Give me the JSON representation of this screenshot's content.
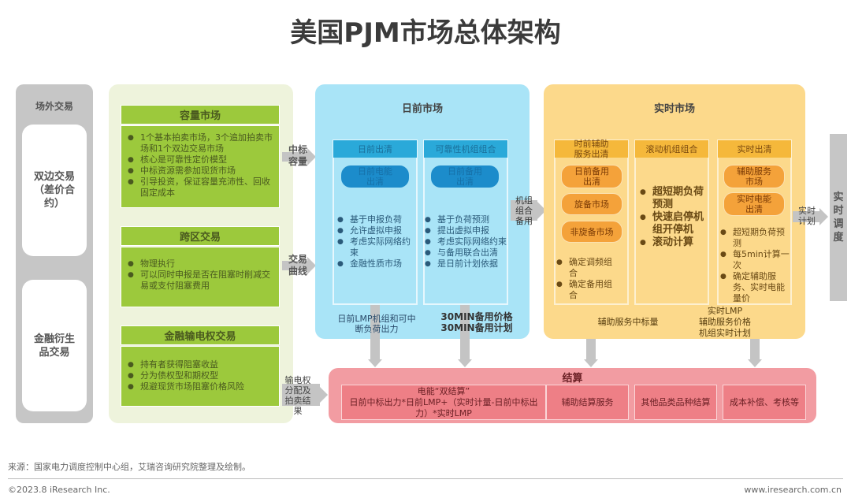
{
  "title": "美国PJM市场总体架构",
  "otc": {
    "title": "场外交易",
    "bilateral": "双边交易（差价合约）",
    "derivatives": "金融衍生品交易"
  },
  "capacity": {
    "title": "容量市场",
    "items": [
      "1个基本拍卖市场，3个追加拍卖市场和1个双边交易市场",
      "核心是可靠性定价模型",
      "中标资源需参加现货市场",
      "引导投资，保证容量充沛性、回收固定成本"
    ]
  },
  "interregional": {
    "title": "跨区交易",
    "items": [
      "物理执行",
      "可以同时申报是否在阻塞时削减交易或支付阻塞费用"
    ]
  },
  "ftr": {
    "title": "金融输电权交易",
    "items": [
      "持有者获得阻塞收益",
      "分为债权型和期权型",
      "规避现货市场阻塞价格风险"
    ]
  },
  "arrows": {
    "capacity": "中标容量",
    "curve": "交易曲线",
    "ftr": "输电权分配及拍卖结果",
    "unit": "机组组合备用",
    "rt_plan": "实时计划"
  },
  "dayahead": {
    "title": "日前市场",
    "col1": {
      "header": "日前出清",
      "pill": "日前电能出清",
      "items": [
        "基于申报负荷",
        "允许虚拟申报",
        "考虑实际网络约束",
        "金融性质市场"
      ]
    },
    "col2": {
      "header": "可靠性机组组合",
      "pill": "日前备用出清",
      "items": [
        "基于负荷预测",
        "提出虚拟申报",
        "考虑实际网络约束",
        "与备用联合出清",
        "是日前计划依据"
      ]
    },
    "out1": "日前LMP机组和可中断负荷出力",
    "out2a": "30MIN备用价格",
    "out2b": "30MIN备用计划"
  },
  "realtime": {
    "title": "实时市场",
    "col1": {
      "header": "时前辅助服务出清",
      "pills": [
        "日前备用出清",
        "旋备市场",
        "非旋备市场"
      ],
      "items": [
        "确定调频组合",
        "确定备用组合"
      ]
    },
    "col2": {
      "header": "滚动机组组合",
      "items": [
        "超短期负荷预测",
        "快速启停机组开停机",
        "滚动计算"
      ]
    },
    "col3": {
      "header": "实时出清",
      "pills": [
        "辅助服务市场",
        "实时电能出清"
      ],
      "items": [
        "超短期负荷预测",
        "每5min计算一次",
        "确定辅助服务、实时电能量价"
      ]
    },
    "out1": "辅助服务中标量",
    "out2a": "实时LMP",
    "out2b": "辅助服务价格",
    "out2c": "机组实时计划"
  },
  "dispatch": "实时调度",
  "settlement": {
    "title": "结算",
    "box1a": "电能“双结算”",
    "box1b": "日前中标出力*日前LMP+（实时计量-日前中标出力）*实时LMP",
    "box2": "辅助结算服务",
    "box3": "其他品类品种结算",
    "box4": "成本补偿、考核等"
  },
  "footer": {
    "source": "来源：国家电力调度控制中心组，艾瑞咨询研究院整理及绘制。",
    "copyright": "©2023.8 iResearch Inc.",
    "url": "www.iresearch.com.cn"
  }
}
